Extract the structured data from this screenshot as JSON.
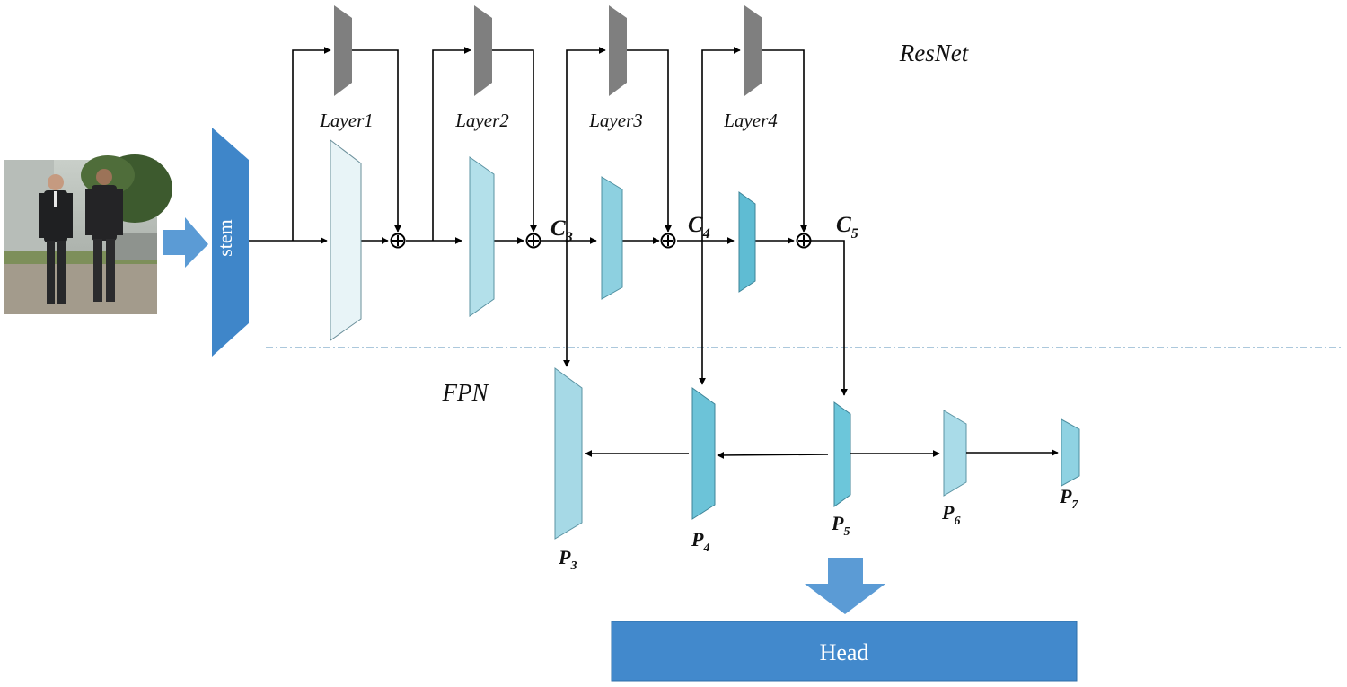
{
  "diagram": {
    "resnet_label": "ResNet",
    "fpn_label": "FPN",
    "stem_label": "stem",
    "head_label": "Head",
    "layers": [
      {
        "label": "Layer1"
      },
      {
        "label": "Layer2"
      },
      {
        "label": "Layer3"
      },
      {
        "label": "Layer4"
      }
    ],
    "c_outputs": [
      {
        "main": "C",
        "sub": "3"
      },
      {
        "main": "C",
        "sub": "4"
      },
      {
        "main": "C",
        "sub": "5"
      }
    ],
    "p_outputs": [
      {
        "main": "P",
        "sub": "3"
      },
      {
        "main": "P",
        "sub": "4"
      },
      {
        "main": "P",
        "sub": "5"
      },
      {
        "main": "P",
        "sub": "6"
      },
      {
        "main": "P",
        "sub": "7"
      }
    ]
  },
  "colors": {
    "stem": "#3f86c9",
    "head": "#4289cc",
    "arrow_fill": "#5b9bd5",
    "residual_block": "#7f7f7f",
    "layer1": "#e8f4f7",
    "layer2": "#b3e0ea",
    "layer3": "#8dd0e0",
    "layer4": "#5fbcd3",
    "p3": "#a6d9e6",
    "p4": "#6cc3d8",
    "p5": "#6cc6da",
    "p6": "#a9dbe8",
    "p7": "#8fd2e2",
    "dashed_line": "#7aa7c7"
  },
  "icons": {
    "input_image": "photo-of-two-men-walking",
    "add_node": "circle-plus-icon"
  }
}
